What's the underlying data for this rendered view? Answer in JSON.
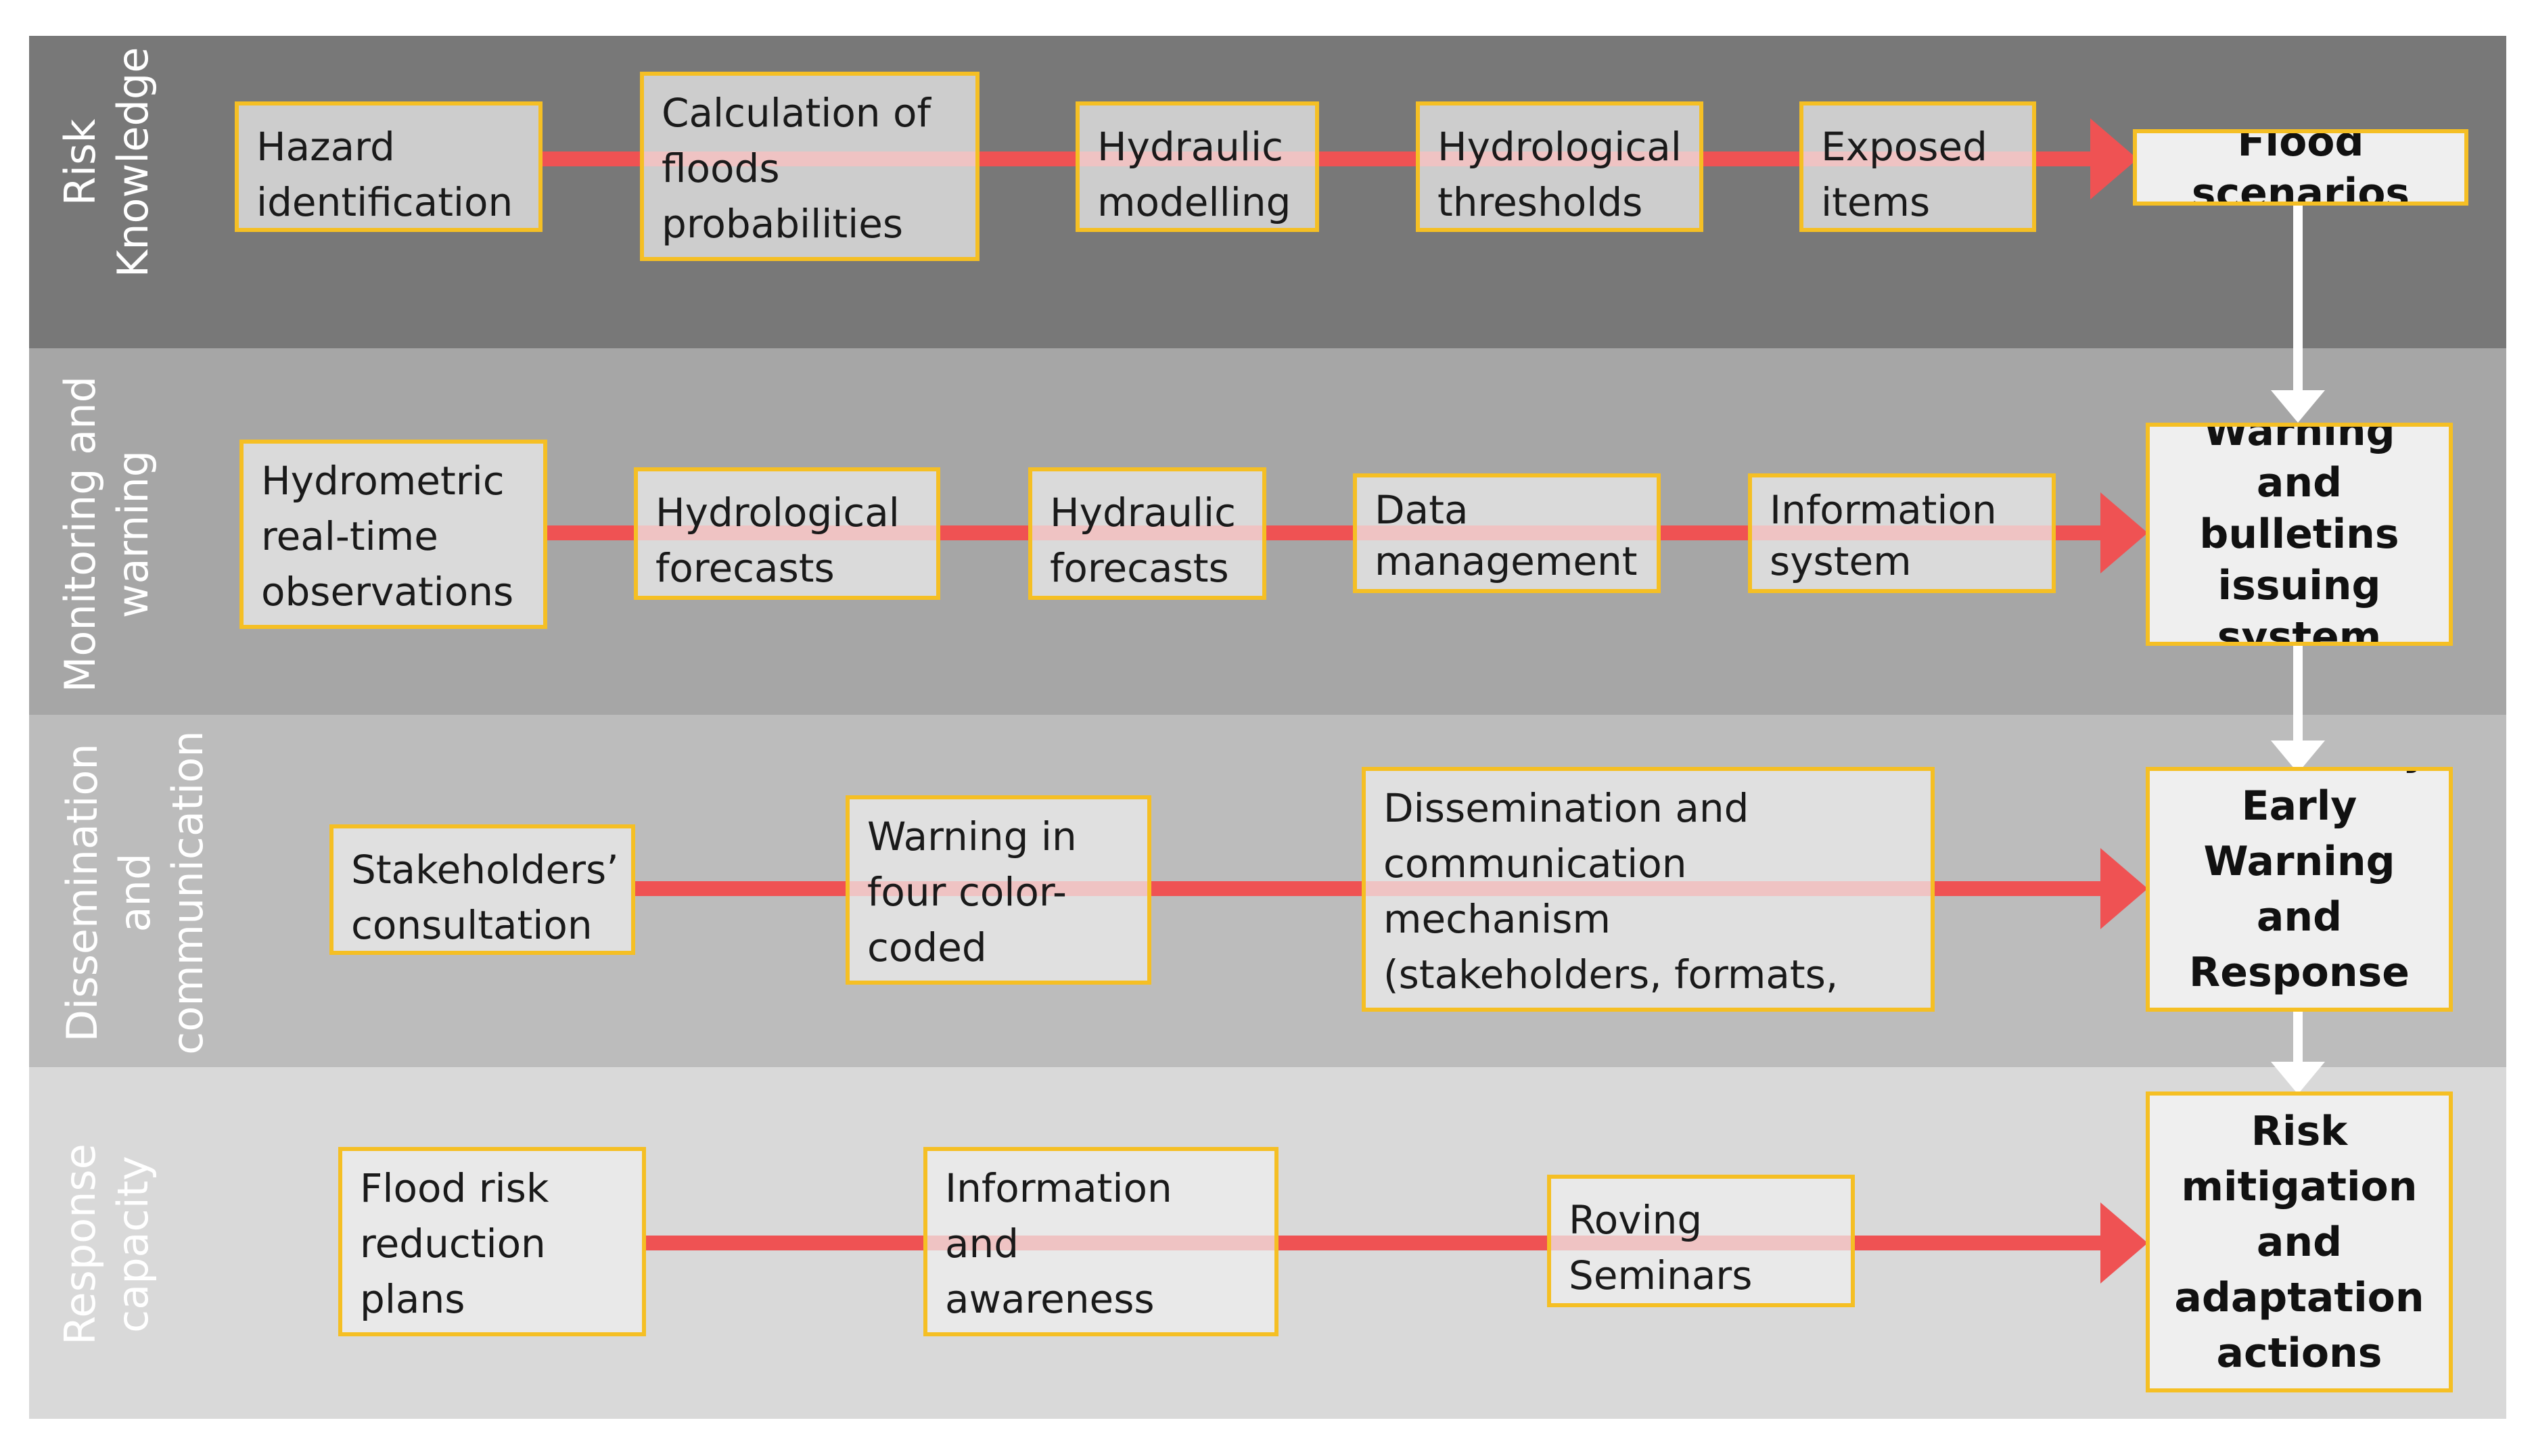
{
  "colors": {
    "band_risk_knowledge": "#787878",
    "band_monitoring": "#a6a6a6",
    "band_dissemination": "#bcbcbc",
    "band_response": "#d9d9d9",
    "box_border": "#f5bf24",
    "box_fill": "#efefef",
    "connector": "#ef5253",
    "vertical_arrow": "#ffffff"
  },
  "rows": [
    {
      "label_lines": [
        "Risk",
        "Knowledge"
      ],
      "steps": [
        "Hazard\nidentification",
        "Calculation of\nfloods\nprobabilities",
        "Hydraulic\nmodelling",
        "Hydrological\nthresholds",
        "Exposed\nitems"
      ],
      "outcome": "Flood scenarios"
    },
    {
      "label_lines": [
        "Monitoring and",
        "warning"
      ],
      "steps": [
        "Hydrometric\nreal-time\nobservations",
        "Hydrological\nforecasts",
        "Hydraulic\nforecasts",
        "Data\nmanagement",
        "Information\nsystem"
      ],
      "outcome": "Warning and\nbulletins\nissuing\nsystem"
    },
    {
      "label_lines": [
        "Dissemination",
        "and",
        "communication"
      ],
      "steps": [
        "Stakeholders’\nconsultation",
        "Warning in\nfour color-\ncoded classes",
        "Dissemination and\ncommunication mechanism\n(stakeholders, formats,\nchannels)"
      ],
      "outcome": "Community\nEarly Warning\nand Response\nSystems"
    },
    {
      "label_lines": [
        "Response",
        "capacity"
      ],
      "steps": [
        "Flood risk\nreduction\nplans",
        "Information and\nawareness\nmaterials",
        "Roving\nSeminars"
      ],
      "outcome": "Risk\nmitigation\nand\nadaptation\nactions"
    }
  ]
}
